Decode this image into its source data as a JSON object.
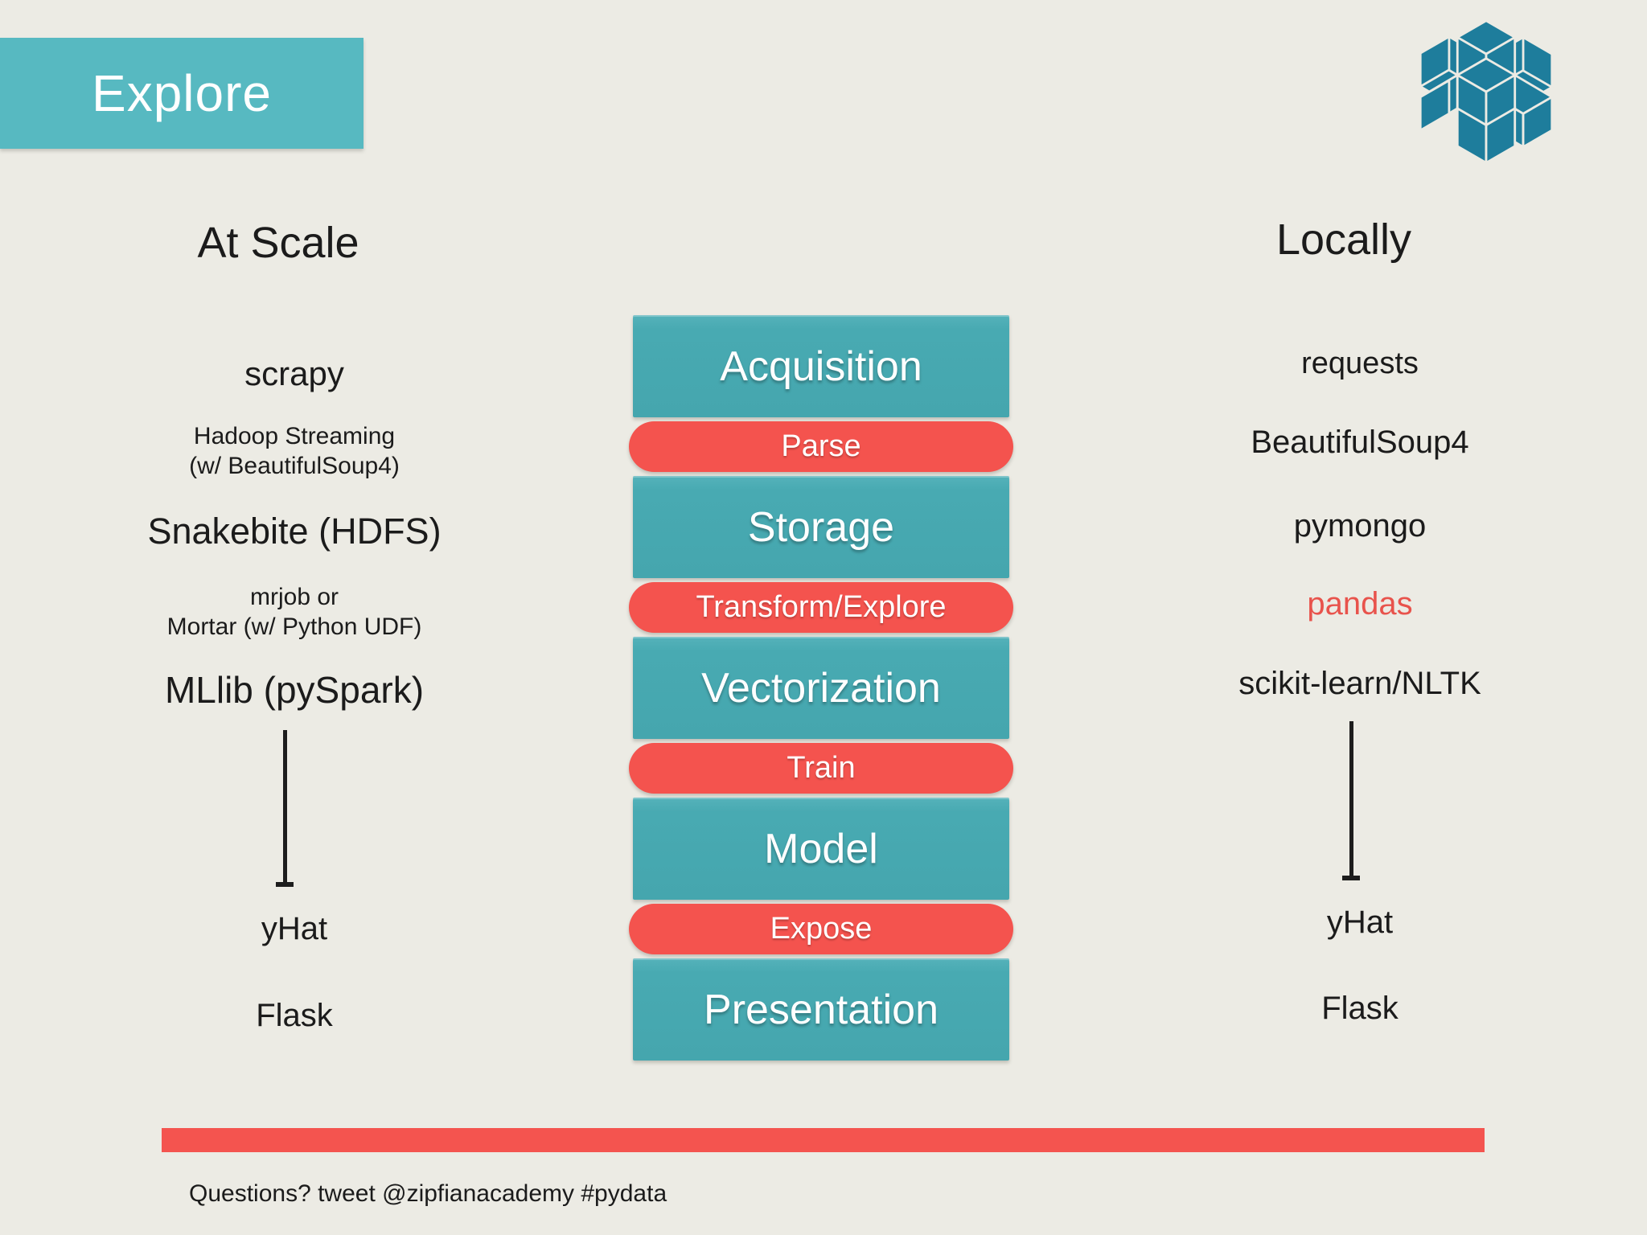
{
  "banner": {
    "label": "Explore"
  },
  "icons": {
    "logo": "zipfian-academy-knot-logo"
  },
  "columns": {
    "left": {
      "title": "At Scale",
      "items": [
        {
          "text": "scrapy"
        },
        {
          "text": "Hadoop Streaming\n(w/ BeautifulSoup4)"
        },
        {
          "text": "Snakebite (HDFS)"
        },
        {
          "text": "mrjob or\nMortar (w/ Python UDF)"
        },
        {
          "text": "MLlib (pySpark)"
        },
        {
          "text": "yHat"
        },
        {
          "text": "Flask"
        }
      ]
    },
    "right": {
      "title": "Locally",
      "items": [
        {
          "text": "requests"
        },
        {
          "text": "BeautifulSoup4"
        },
        {
          "text": "pymongo"
        },
        {
          "text": "pandas",
          "highlight": true
        },
        {
          "text": "scikit-learn/NLTK"
        },
        {
          "text": "yHat"
        },
        {
          "text": "Flask"
        }
      ]
    }
  },
  "pipeline": {
    "stages": [
      {
        "label": "Acquisition",
        "kind": "stage"
      },
      {
        "label": "Parse",
        "kind": "action"
      },
      {
        "label": "Storage",
        "kind": "stage"
      },
      {
        "label": "Transform/Explore",
        "kind": "action"
      },
      {
        "label": "Vectorization",
        "kind": "stage"
      },
      {
        "label": "Train",
        "kind": "action"
      },
      {
        "label": "Model",
        "kind": "stage"
      },
      {
        "label": "Expose",
        "kind": "action"
      },
      {
        "label": "Presentation",
        "kind": "stage"
      }
    ]
  },
  "footer": {
    "note": "Questions? tweet @zipfianacademy #pydata"
  },
  "colors": {
    "background": "#ecebe4",
    "banner_teal": "#57b9c1",
    "stage_teal": "#48aab2",
    "action_red": "#f4534e",
    "footer_bar_red": "#f4544f",
    "pandas_red": "#e8534c",
    "logo_teal": "#1e7d9c",
    "text": "#1b1b1b"
  }
}
